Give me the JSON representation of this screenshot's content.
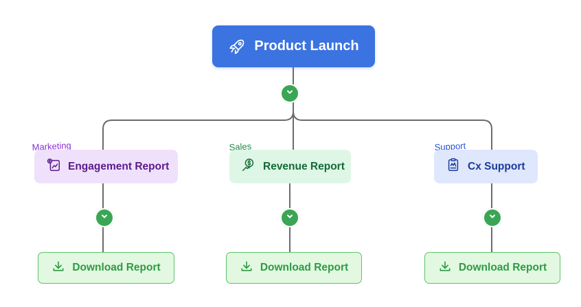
{
  "root": {
    "label": "Product Launch",
    "icon": "rocket-icon",
    "color": "#3b73e0"
  },
  "branches": [
    {
      "tag": "Marketing",
      "tag_color": "#8a32d6",
      "title": "Engagement Report",
      "icon": "chart-document-icon",
      "action": "Download Report"
    },
    {
      "tag": "Sales",
      "tag_color": "#1f8a48",
      "title": "Revenue Report",
      "icon": "money-growth-icon",
      "action": "Download Report"
    },
    {
      "tag": "Support",
      "tag_color": "#2452d6",
      "title": "Cx Support",
      "icon": "clipboard-chart-icon",
      "action": "Download Report"
    }
  ],
  "colors": {
    "toggle": "#3aa655",
    "connector": "#6b6b6b",
    "download_border": "#5cc267",
    "download_text": "#2f9a45"
  }
}
